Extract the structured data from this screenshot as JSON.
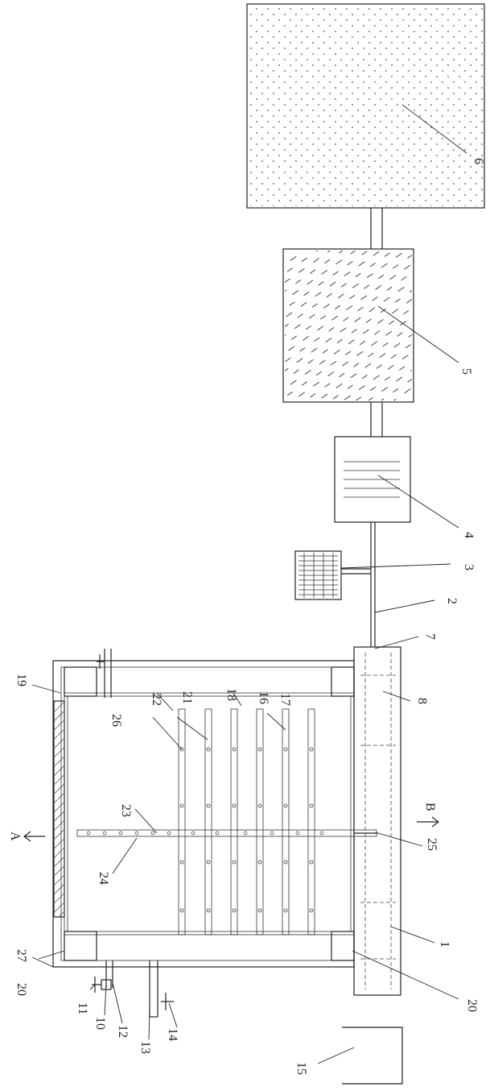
{
  "labels": {
    "n1": "1",
    "n2": "2",
    "n3": "3",
    "n4": "4",
    "n5": "5",
    "n6": "6",
    "n7": "7",
    "n8": "8",
    "n10": "10",
    "n11": "11",
    "n12": "12",
    "n13": "13",
    "n14": "14",
    "n15": "15",
    "n16": "16",
    "n17": "17",
    "n18": "18",
    "n19": "19",
    "n20a": "20",
    "n20b": "20",
    "n21": "21",
    "n22": "22",
    "n23": "23",
    "n24": "24",
    "n25": "25",
    "n26": "26",
    "n27": "27",
    "sectionA": "A",
    "sectionB": "B"
  }
}
